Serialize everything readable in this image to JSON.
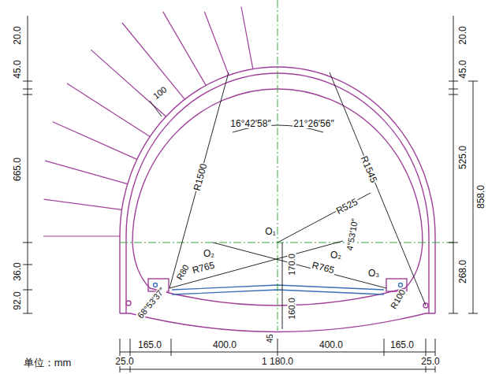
{
  "diagram": {
    "labels": [
      "20.0",
      "45.0",
      "665.0",
      "36.0",
      "92.0",
      "100",
      "16°42′58″",
      "21°26′56″",
      "R1500",
      "R1545",
      "R525",
      "O₁",
      "O₂",
      "O₂",
      "R765",
      "R765",
      "170.0",
      "4°53′10″",
      "O₃",
      "R80",
      "68°53′37″",
      "R100",
      "160.0",
      "45",
      "45.0",
      "20.0",
      "525.0",
      "268.0",
      "858.0",
      "165.0",
      "400.0",
      "400.0",
      "165.0",
      "单位：mm",
      "25.0",
      "1 180.0",
      "25.0"
    ]
  }
}
